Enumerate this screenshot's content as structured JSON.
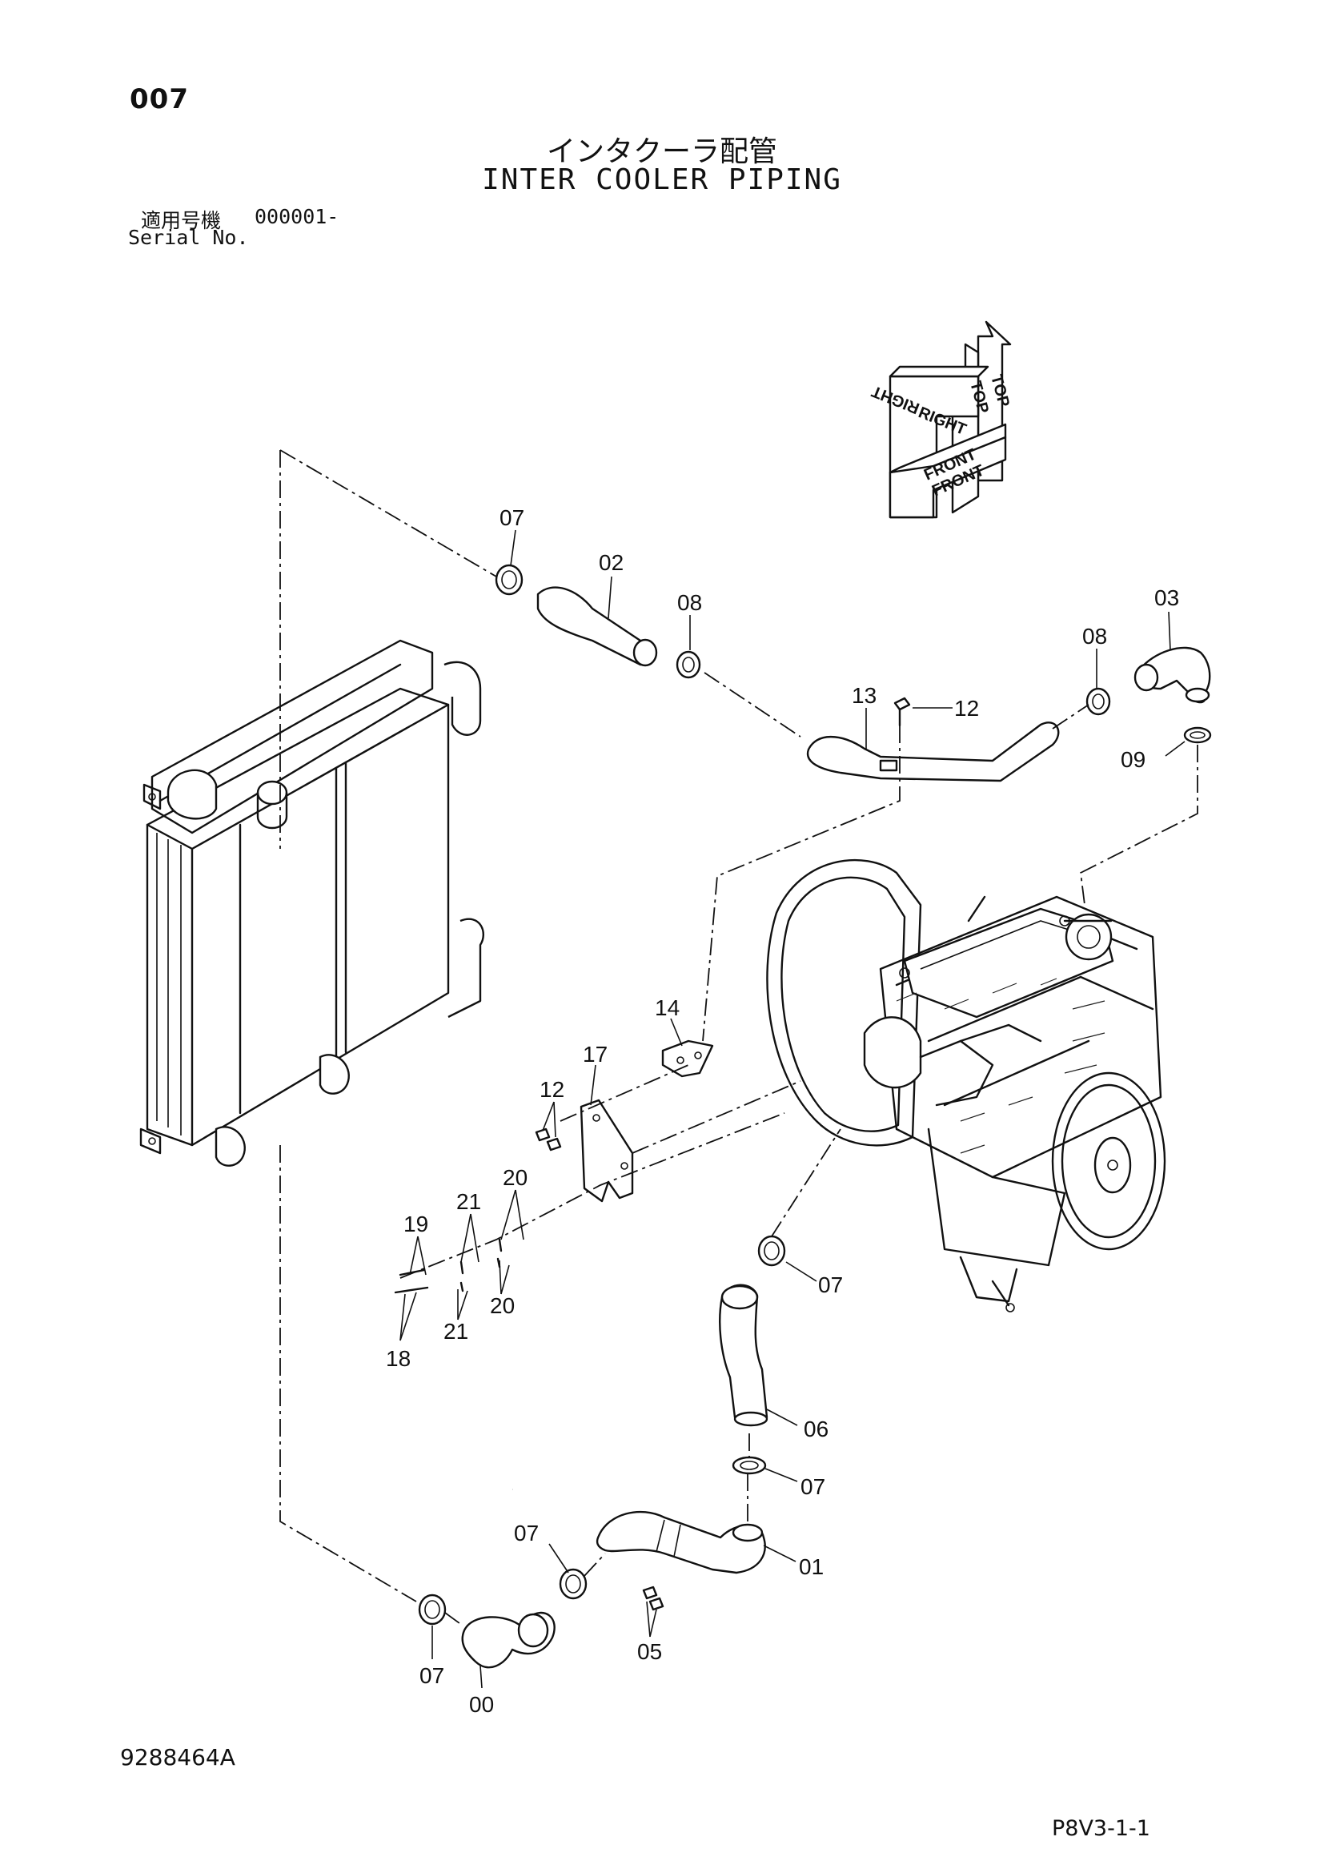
{
  "header": {
    "page_number": "007",
    "title_jp": "インタクーラ配管",
    "title_en": "INTER COOLER PIPING",
    "serial_label_jp": "適用号機",
    "serial_value": "000001-",
    "serial_label_en": "Serial No."
  },
  "orientation": {
    "labels": [
      "TOP",
      "TOP",
      "RIGHT",
      "RIGHT",
      "FRONT",
      "FRONT"
    ]
  },
  "callouts": [
    {
      "id": "c07a",
      "label": "07"
    },
    {
      "id": "c02",
      "label": "02"
    },
    {
      "id": "c08a",
      "label": "08"
    },
    {
      "id": "c03",
      "label": "03"
    },
    {
      "id": "c08b",
      "label": "08"
    },
    {
      "id": "c13",
      "label": "13"
    },
    {
      "id": "c12a",
      "label": "12"
    },
    {
      "id": "c09",
      "label": "09"
    },
    {
      "id": "c14",
      "label": "14"
    },
    {
      "id": "c17",
      "label": "17"
    },
    {
      "id": "c12b",
      "label": "12"
    },
    {
      "id": "c20a",
      "label": "20"
    },
    {
      "id": "c21a",
      "label": "21"
    },
    {
      "id": "c19",
      "label": "19"
    },
    {
      "id": "c20b",
      "label": "20"
    },
    {
      "id": "c21b",
      "label": "21"
    },
    {
      "id": "c18",
      "label": "18"
    },
    {
      "id": "c07b",
      "label": "07"
    },
    {
      "id": "c06",
      "label": "06"
    },
    {
      "id": "c07c",
      "label": "07"
    },
    {
      "id": "c07d",
      "label": "07"
    },
    {
      "id": "c01",
      "label": "01"
    },
    {
      "id": "c05",
      "label": "05"
    },
    {
      "id": "c07e",
      "label": "07"
    },
    {
      "id": "c00",
      "label": "00"
    }
  ],
  "footer": {
    "document_number": "9288464A",
    "page_code": "P8V3-1-1"
  }
}
